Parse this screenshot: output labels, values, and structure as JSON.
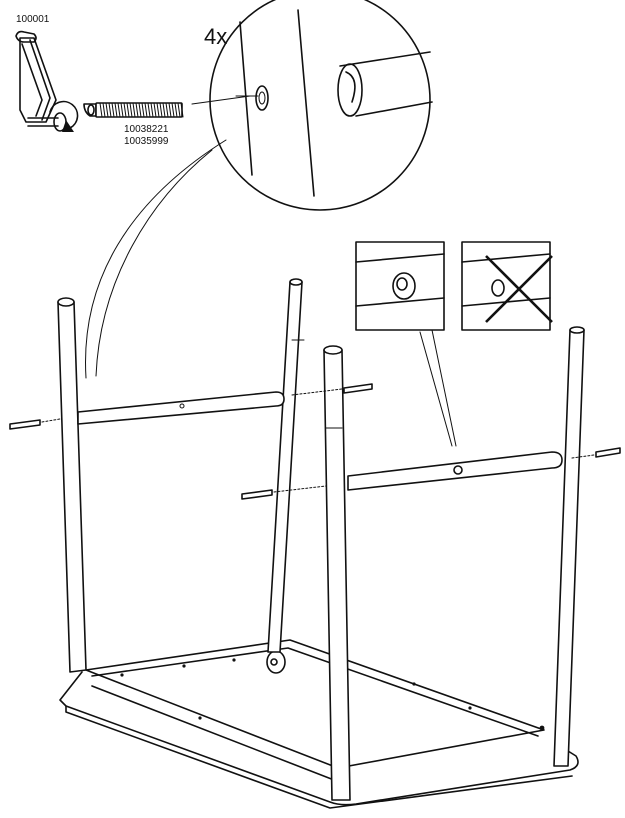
{
  "tool": {
    "part_number": "100001"
  },
  "screw": {
    "part_number_1": "10038221",
    "part_number_2": "10035999"
  },
  "detail": {
    "quantity_label": "4x"
  },
  "check_panels": [
    {
      "state": "correct"
    },
    {
      "state": "incorrect"
    }
  ],
  "colors": {
    "line": "#111111",
    "background": "#ffffff"
  }
}
